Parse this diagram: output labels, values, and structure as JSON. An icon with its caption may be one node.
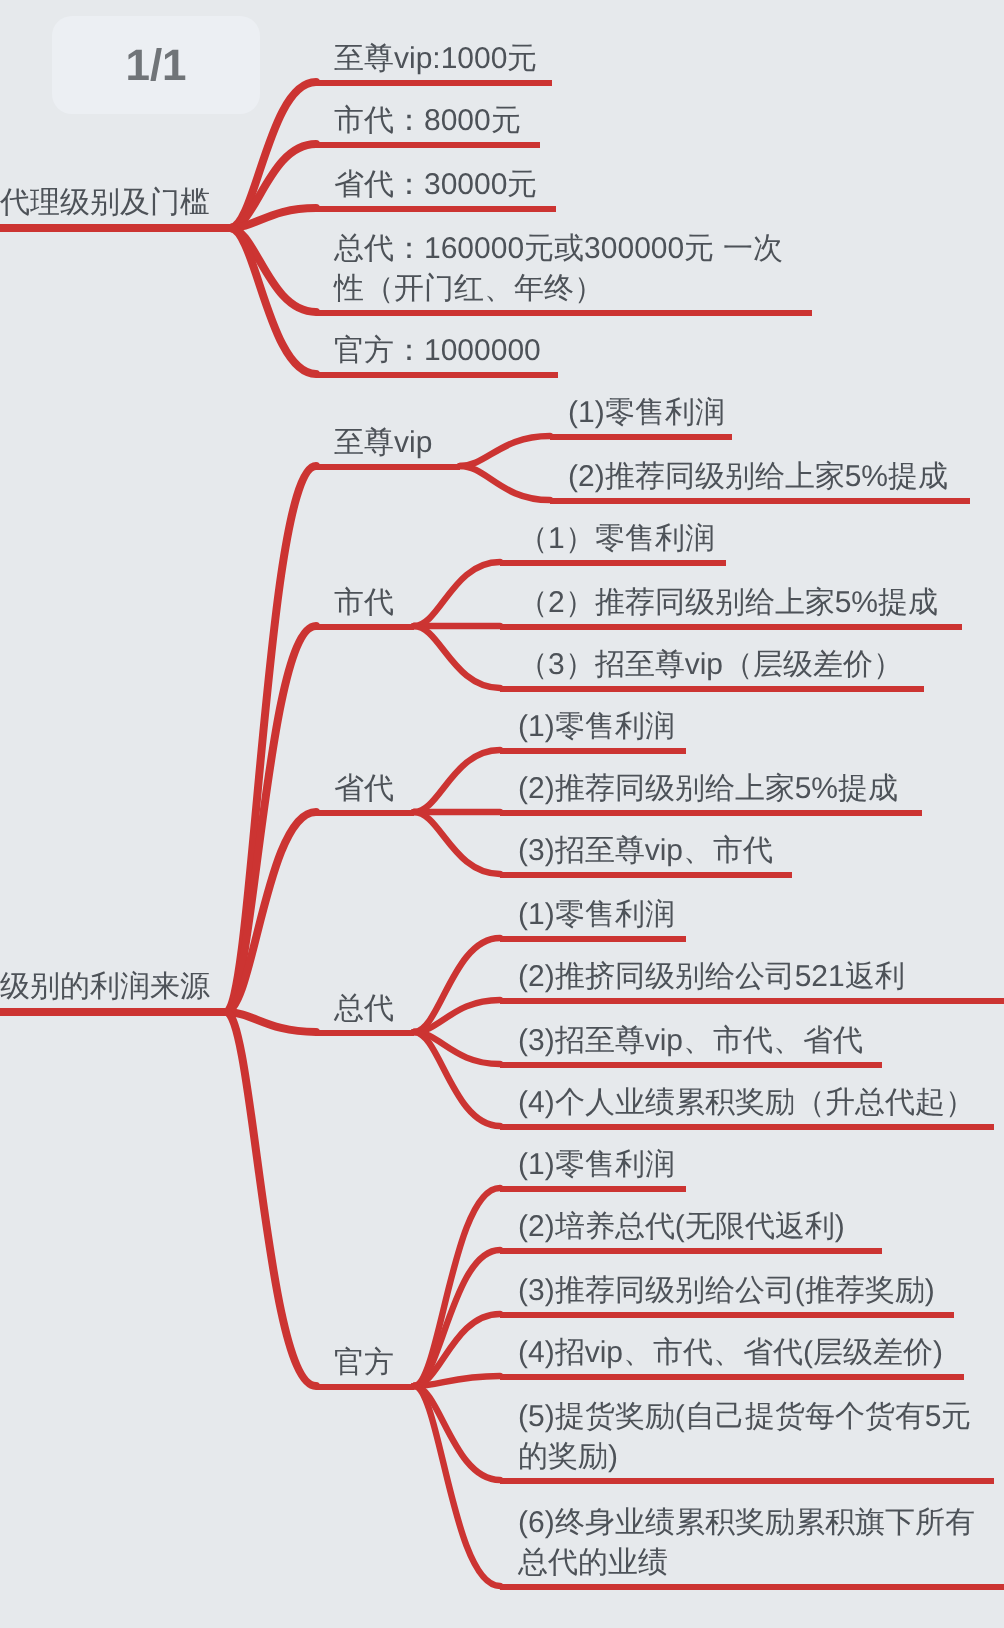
{
  "diagram": {
    "nodes": [
      {
        "text": [
          "代理级别及门槛"
        ]
      },
      {
        "text": [
          "至尊vip:1000元"
        ]
      },
      {
        "text": [
          "市代：8000元"
        ]
      },
      {
        "text": [
          "省代：30000元"
        ]
      },
      {
        "text": [
          "总代：160000元或300000元 一次性（开门红、年终）"
        ]
      },
      {
        "text": [
          "官方：1000000"
        ]
      },
      {
        "text": [
          "级别的利润来源"
        ]
      },
      {
        "text": [
          "至尊vip"
        ]
      },
      {
        "text": [
          "(1)零售利润"
        ]
      },
      {
        "text": [
          "(2)推荐同级别给上家5%提成"
        ]
      },
      {
        "text": [
          "市代"
        ]
      },
      {
        "text": [
          "（1）零售利润"
        ]
      },
      {
        "text": [
          "（2）推荐同级别给上家5%提成"
        ]
      },
      {
        "text": [
          "（3）招至尊vip（层级差价）"
        ]
      },
      {
        "text": [
          "省代"
        ]
      },
      {
        "text": [
          "(1)零售利润"
        ]
      },
      {
        "text": [
          "(2)推荐同级别给上家5%提成"
        ]
      },
      {
        "text": [
          "(3)招至尊vip、市代"
        ]
      },
      {
        "text": [
          "总代"
        ]
      },
      {
        "text": [
          "(1)零售利润"
        ]
      },
      {
        "text": [
          "(2)推挤同级别给公司521返利"
        ]
      },
      {
        "text": [
          "(3)招至尊vip、市代、省代"
        ]
      },
      {
        "text": [
          "(4)个人业绩累积奖励（升总代起）"
        ]
      },
      {
        "text": [
          "官方"
        ]
      },
      {
        "text": [
          "(1)零售利润"
        ]
      },
      {
        "text": [
          "(2)培养总代(无限代返利)"
        ]
      },
      {
        "text": [
          "(3)推荐同级别给公司(推荐奖励)"
        ]
      },
      {
        "text": [
          "(4)招vip、市代、省代(层级差价)"
        ]
      },
      {
        "text": [
          "(5)提货奖励(自己提货每个货有5元的奖励)"
        ]
      },
      {
        "text": [
          "(6)终身业绩累积奖励累积旗下所有总代的业绩"
        ]
      }
    ],
    "edges": [
      {
        "from": 0,
        "to": 1,
        "arrow": "none"
      },
      {
        "from": 0,
        "to": 2,
        "arrow": "none"
      },
      {
        "from": 0,
        "to": 3,
        "arrow": "none"
      },
      {
        "from": 0,
        "to": 4,
        "arrow": "none"
      },
      {
        "from": 0,
        "to": 5,
        "arrow": "none"
      },
      {
        "from": 6,
        "to": 7,
        "arrow": "none"
      },
      {
        "from": 6,
        "to": 10,
        "arrow": "none"
      },
      {
        "from": 6,
        "to": 14,
        "arrow": "none"
      },
      {
        "from": 6,
        "to": 18,
        "arrow": "none"
      },
      {
        "from": 6,
        "to": 23,
        "arrow": "none"
      },
      {
        "from": 7,
        "to": 8,
        "arrow": "none"
      },
      {
        "from": 7,
        "to": 9,
        "arrow": "none"
      },
      {
        "from": 10,
        "to": 11,
        "arrow": "none"
      },
      {
        "from": 10,
        "to": 12,
        "arrow": "none"
      },
      {
        "from": 10,
        "to": 13,
        "arrow": "none"
      },
      {
        "from": 14,
        "to": 15,
        "arrow": "none"
      },
      {
        "from": 14,
        "to": 16,
        "arrow": "none"
      },
      {
        "from": 14,
        "to": 17,
        "arrow": "none"
      },
      {
        "from": 18,
        "to": 19,
        "arrow": "none"
      },
      {
        "from": 18,
        "to": 20,
        "arrow": "none"
      },
      {
        "from": 18,
        "to": 21,
        "arrow": "none"
      },
      {
        "from": 18,
        "to": 22,
        "arrow": "none"
      },
      {
        "from": 23,
        "to": 24,
        "arrow": "none"
      },
      {
        "from": 23,
        "to": 25,
        "arrow": "none"
      },
      {
        "from": 23,
        "to": 26,
        "arrow": "none"
      },
      {
        "from": 23,
        "to": 27,
        "arrow": "none"
      },
      {
        "from": 23,
        "to": 28,
        "arrow": "none"
      },
      {
        "from": 23,
        "to": 29,
        "arrow": "none"
      }
    ],
    "labels": [
      "1/1"
    ]
  }
}
